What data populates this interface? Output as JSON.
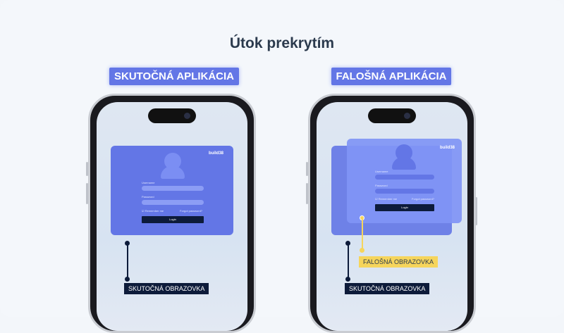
{
  "title": "Útok prekrytím",
  "left": {
    "tag": "SKUTOČNÁ APLIKÁCIA",
    "screen_label": "SKUTOČNÁ OBRAZOVKA"
  },
  "right": {
    "tag": "FALOŠNÁ APLIKÁCIA",
    "fake_label": "FALOŠNÁ OBRAZOVKA",
    "real_label": "SKUTOČNÁ OBRAZOVKA"
  },
  "login": {
    "logo": "build38",
    "username": "Username",
    "password": "Password",
    "remember": "Remember me",
    "forgot": "Forgot password?",
    "button": "Login"
  },
  "colors": {
    "card": "#6376e6",
    "navy": "#0d1b3a",
    "yellow": "#f6d55c"
  }
}
